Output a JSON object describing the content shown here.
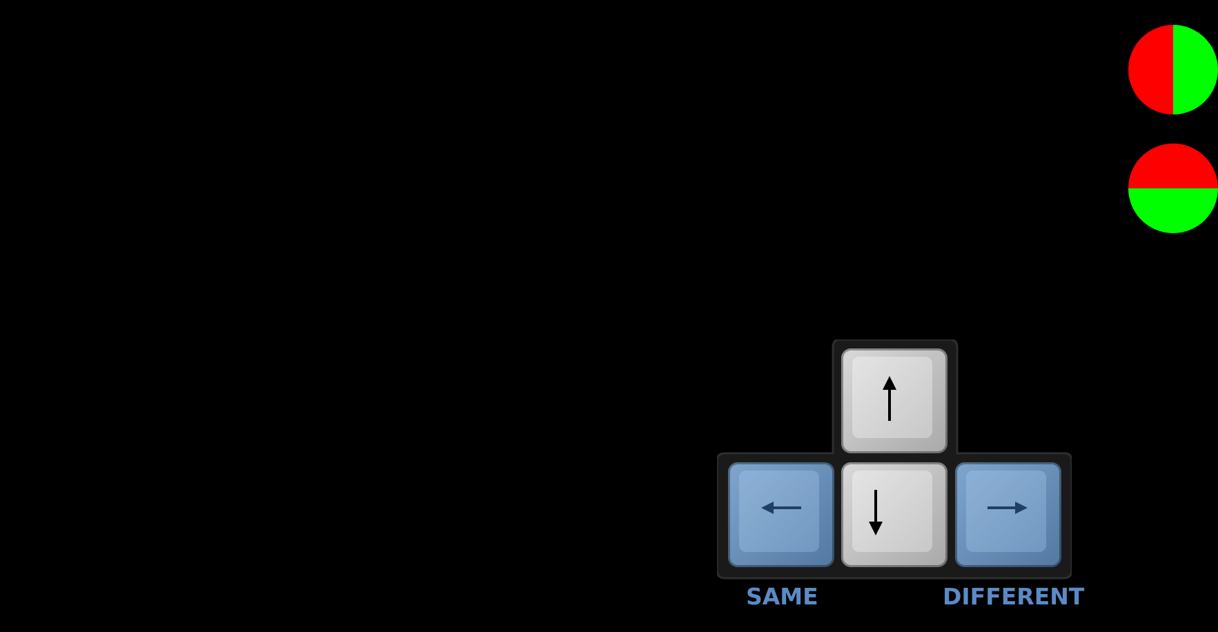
{
  "colors": {
    "background": "#000000",
    "stimulus_red": "#ff0000",
    "stimulus_green": "#00ff00",
    "label": "#5b8bc6"
  },
  "stimuli": [
    {
      "name": "vertical-split-circle",
      "split": "vertical",
      "halves": [
        "red",
        "green"
      ]
    },
    {
      "name": "horizontal-split-circle",
      "split": "horizontal",
      "halves": [
        "red",
        "green"
      ]
    }
  ],
  "keys": [
    {
      "name": "up-arrow-key",
      "icon": "arrow-up-icon"
    },
    {
      "name": "left-arrow-key",
      "icon": "arrow-left-icon"
    },
    {
      "name": "down-arrow-key",
      "icon": "arrow-down-icon"
    },
    {
      "name": "right-arrow-key",
      "icon": "arrow-right-icon"
    }
  ],
  "labels": {
    "left": "SAME",
    "right": "DIFFERENT"
  }
}
